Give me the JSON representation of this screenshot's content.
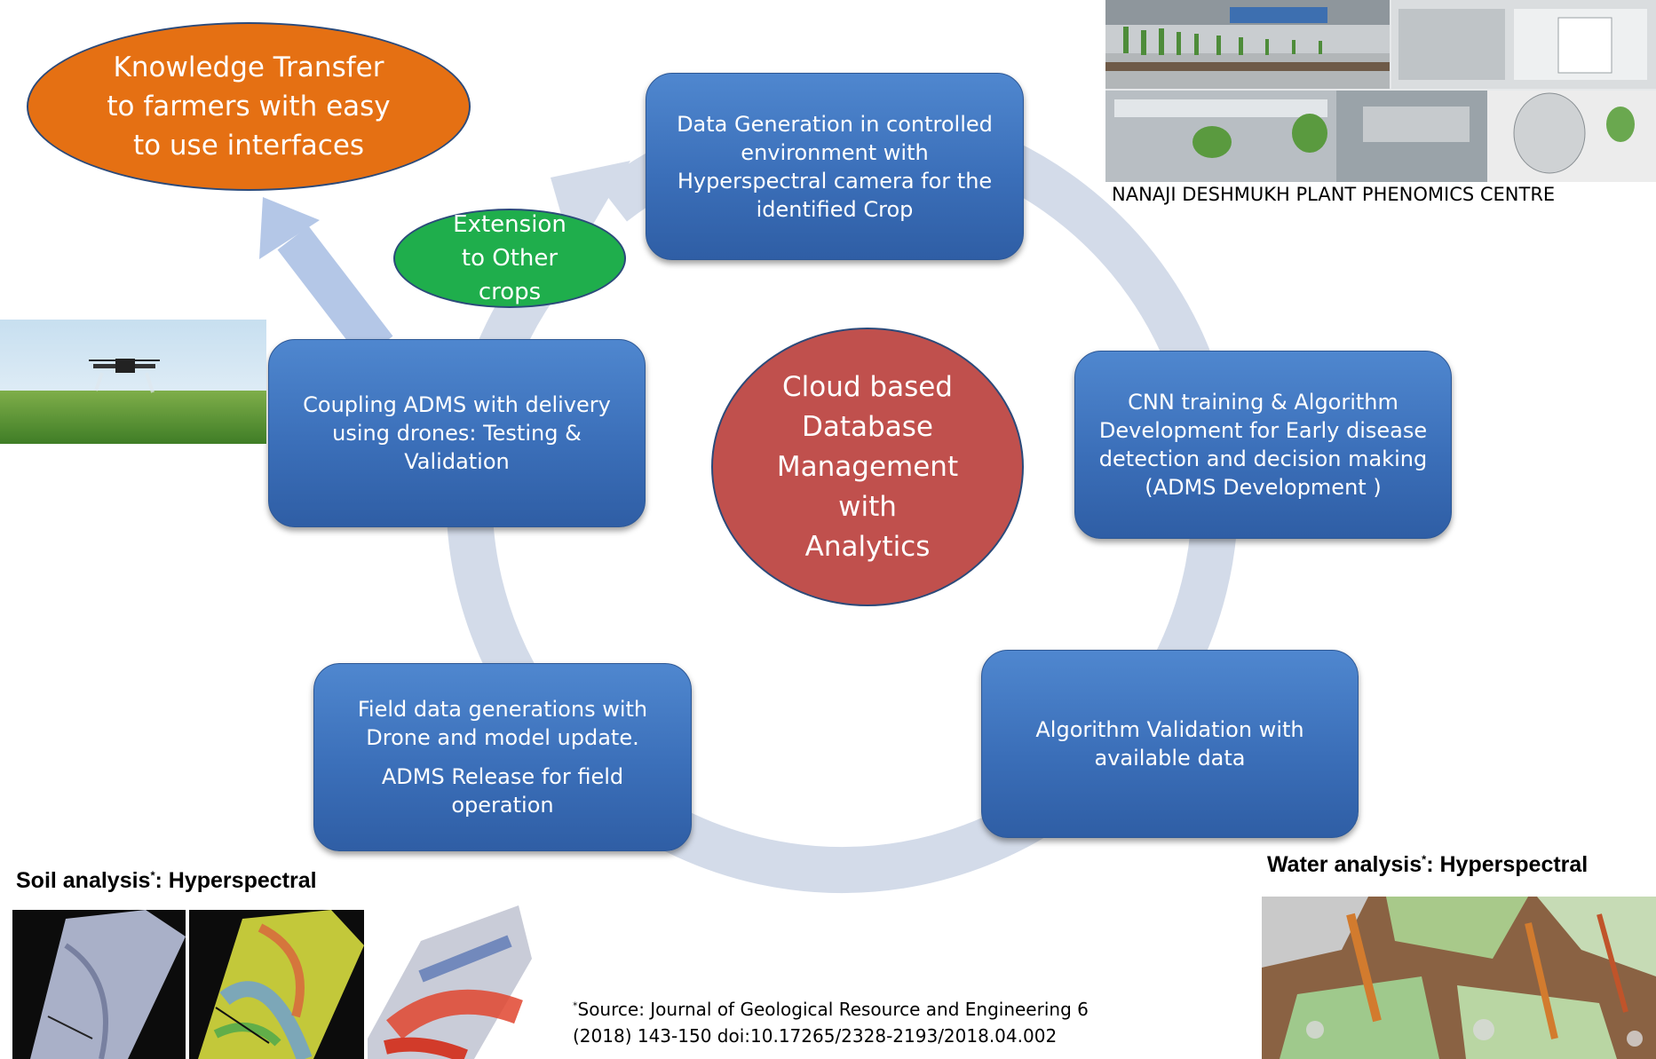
{
  "center": {
    "lines": [
      "Cloud based",
      "Database",
      "Management",
      "with",
      "Analytics"
    ]
  },
  "knowledge_transfer": {
    "lines": [
      "Knowledge Transfer",
      "to farmers with easy",
      "to use interfaces"
    ]
  },
  "extension": {
    "lines": [
      "Extension",
      "to Other",
      "crops"
    ]
  },
  "boxes": {
    "data_generation": [
      "Data Generation in controlled",
      "environment with",
      "Hyperspectral camera for the",
      "identified Crop"
    ],
    "cnn_training": [
      "CNN training  & Algorithm",
      "Development for Early  disease",
      "detection and decision making",
      "(ADMS Development )"
    ],
    "algorithm_validation": [
      "Algorithm  Validation with",
      "available data"
    ],
    "field_data": {
      "para1": [
        "Field data generations with",
        "Drone and model update."
      ],
      "para2": [
        "ADMS  Release for field",
        "operation"
      ]
    },
    "coupling": [
      "Coupling ADMS with delivery",
      "using drones: Testing &",
      "Validation"
    ]
  },
  "captions": {
    "phenomics": "NANAJI DESHMUKH PLANT PHENOMICS CENTRE",
    "soil": {
      "label": "Soil analysis",
      "mark": "*",
      "suffix": ": Hyperspectral"
    },
    "water": {
      "label": "Water analysis",
      "mark": "*",
      "suffix": ": Hyperspectral"
    },
    "source": {
      "mark": "*",
      "line1": "Source: Journal of Geological Resource and Engineering 6",
      "line2": "(2018) 143-150 doi:10.17265/2328-2193/2018.04.002"
    }
  },
  "colors": {
    "box_blue": "#3b6fb9",
    "orange": "#e57013",
    "green": "#1fae4c",
    "red": "#c0504d",
    "cycle_arrow": "#d3dbe9",
    "up_arrow": "#b4c7e7"
  }
}
